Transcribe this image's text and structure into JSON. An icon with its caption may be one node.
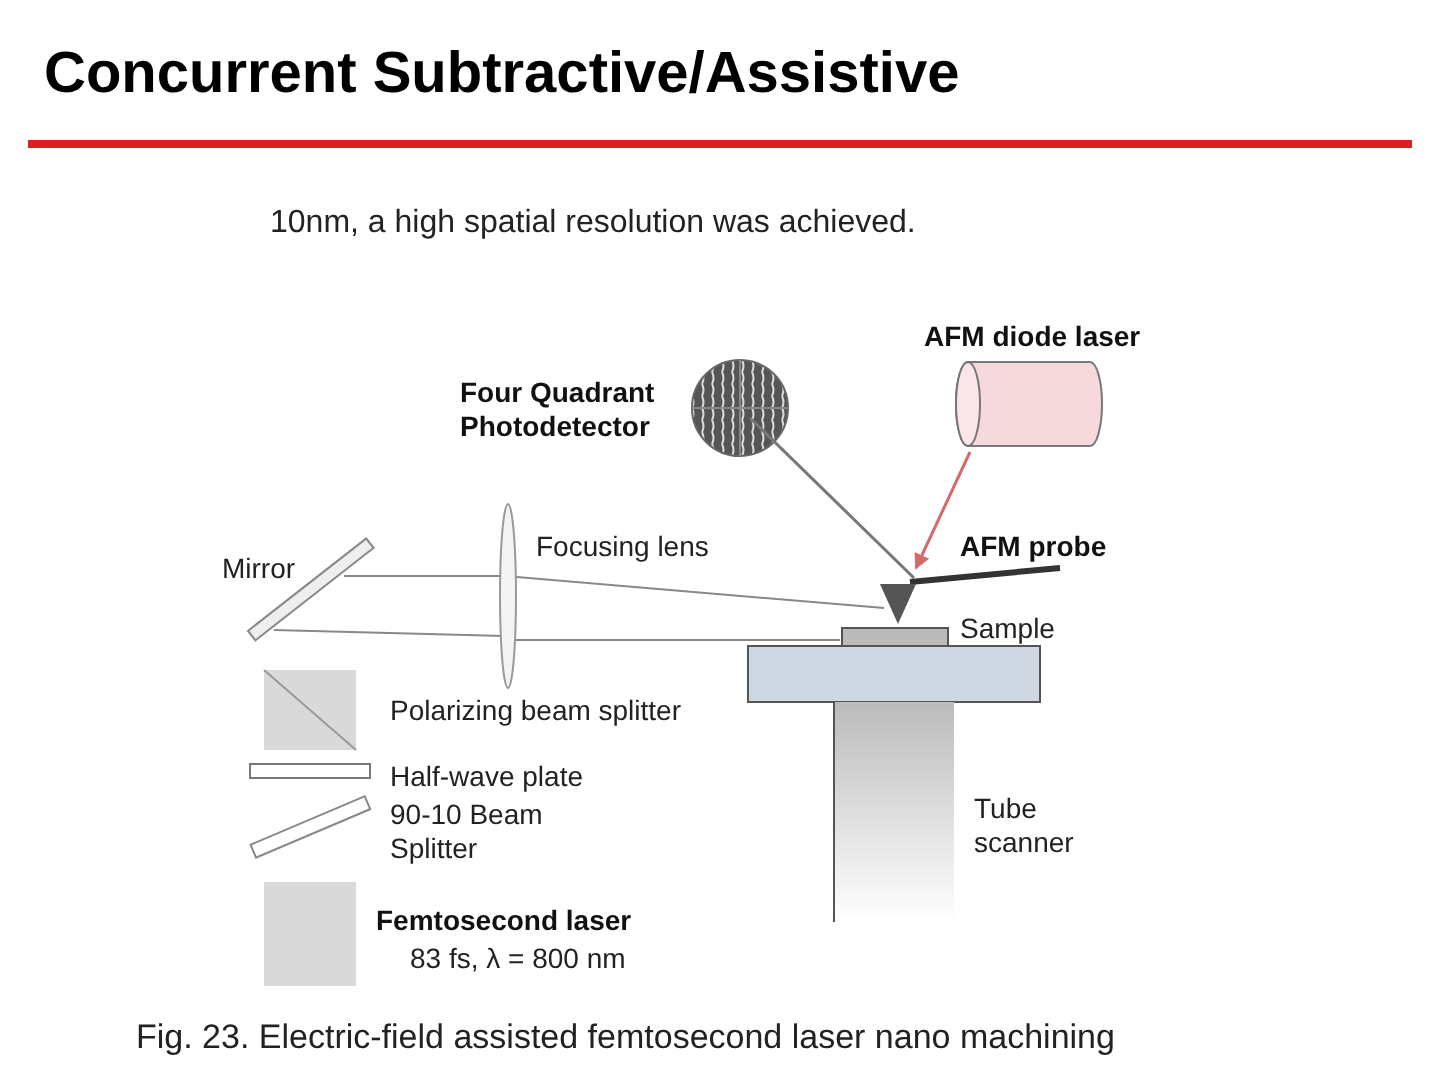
{
  "diagram": {
    "title": "Concurrent Subtractive/Assistive",
    "caption": "Fig. 23. Electric-field assisted femtosecond laser nano machining",
    "labels": [
      "10nm, a high spatial resolution was achieved.",
      "Four Quadrant Photodetector",
      "AFM diode laser",
      "Focusing lens",
      "AFM probe",
      "Mirror",
      "Sample",
      "Polarizing beam splitter",
      "Half-wave plate",
      "Tube scanner",
      "90-10 Beam Splitter",
      "Femtosecond laser",
      "83 fs, λ = 800 nm"
    ]
  }
}
